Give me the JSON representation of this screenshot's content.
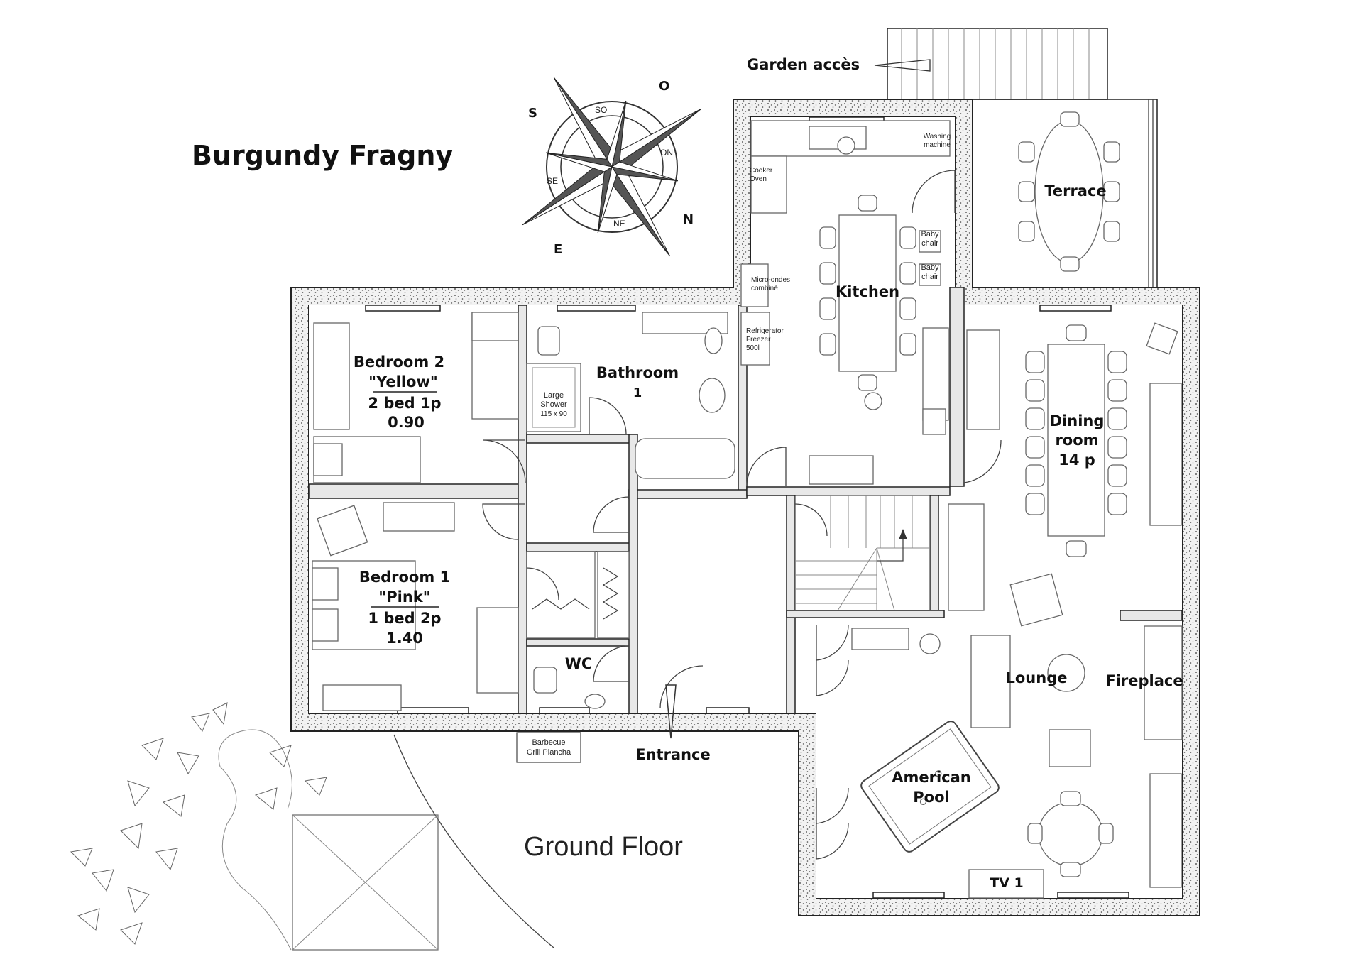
{
  "title": "Burgundy Fragny",
  "floor_label": "Ground Floor",
  "garden_access": "Garden accès",
  "compass": {
    "S": "S",
    "SO": "SO",
    "O": "O",
    "ON": "ON",
    "N": "N",
    "NE": "NE",
    "E": "E",
    "SE": "SE"
  },
  "rooms": {
    "bedroom2": {
      "name": "Bedroom 2",
      "subtitle": "\"Yellow\"",
      "beds": "2 bed 1p",
      "size": "0.90"
    },
    "bedroom1": {
      "name": "Bedroom 1",
      "subtitle": "\"Pink\"",
      "beds": "1 bed 2p",
      "size": "1.40"
    },
    "bathroom": {
      "name": "Bathroom",
      "number": "1"
    },
    "kitchen": "Kitchen",
    "terrace": "Terrace",
    "dining": {
      "line1": "Dining",
      "line2": "room",
      "line3": "14 p"
    },
    "lounge": "Lounge",
    "fireplace": "Fireplace",
    "wc": "WC",
    "entrance": "Entrance",
    "pool": {
      "line1": "American",
      "line2": "Pool"
    },
    "tv": "TV 1"
  },
  "fixtures": {
    "shower": {
      "line1": "Large",
      "line2": "Shower",
      "line3": "115 x 90"
    },
    "washing": {
      "line1": "Washing",
      "line2": "machine"
    },
    "cooker": {
      "line1": "Cooker",
      "line2": "Oven"
    },
    "micro": {
      "line1": "Micro-ondes",
      "line2": "combiné"
    },
    "fridge": {
      "line1": "Refrigerator",
      "line2": "Freezer",
      "line3": "500l"
    },
    "babychair1": {
      "line1": "Baby",
      "line2": "chair"
    },
    "babychair2": {
      "line1": "Baby",
      "line2": "chair"
    },
    "bbq": {
      "line1": "Barbecue",
      "line2": "Grill Plancha"
    }
  }
}
